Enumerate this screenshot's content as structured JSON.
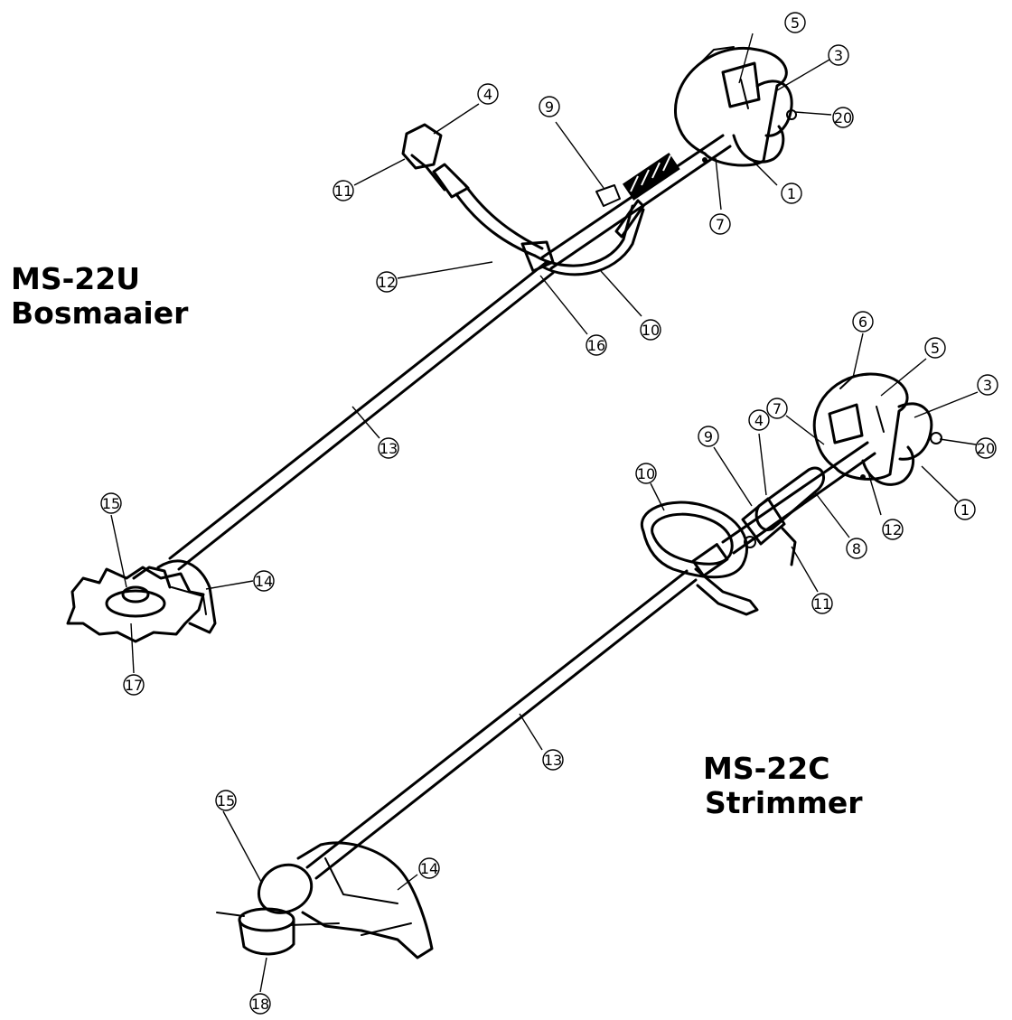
{
  "colors": {
    "ink": "#000000",
    "paper": "#ffffff"
  },
  "models": [
    {
      "id": "u",
      "code": "MS-22U",
      "name": "Bosmaaier"
    },
    {
      "id": "c",
      "code": "MS-22C",
      "name": "Strimmer"
    }
  ],
  "callouts": {
    "u": [
      "1",
      "3",
      "4",
      "5",
      "7",
      "9",
      "10",
      "11",
      "12",
      "13",
      "14",
      "15",
      "16",
      "17",
      "20"
    ],
    "c": [
      "1",
      "3",
      "4",
      "5",
      "6",
      "7",
      "8",
      "9",
      "10",
      "11",
      "12",
      "13",
      "14",
      "15",
      "18",
      "20"
    ]
  }
}
